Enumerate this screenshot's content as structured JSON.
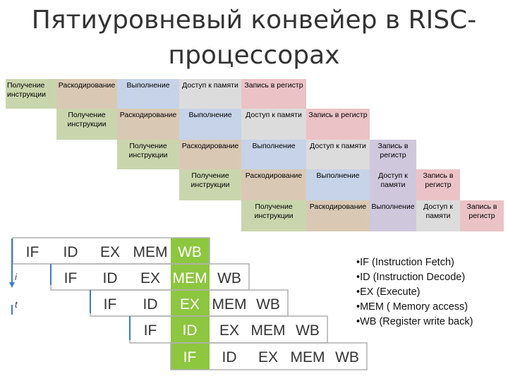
{
  "title": "Пятиуровневый конвейер в RISC-процессорах",
  "stages_ru": {
    "fetch": "Получение инструкции",
    "decode": "Раскодирование",
    "execute": "Выполнение",
    "memory": "Доступ к памяти",
    "writeback": "Запись в регистр"
  },
  "pipeline_labels": [
    "IF",
    "ID",
    "EX",
    "MEM",
    "WB"
  ],
  "axis": {
    "i": "i",
    "t": "t"
  },
  "bullets": [
    "•IF (Instruction Fetch)",
    "•ID (Instruction Decode)",
    "•EX (Execute)",
    "•MEM ( Memory access)",
    "•WB (Register write back)"
  ],
  "colors": {
    "highlight": "#8dc63f",
    "fetch": "#c9d6ad",
    "decode": "#d9c9b4",
    "execute": "#c6d3e8",
    "memory": "#dcdcdc",
    "writeback": "#ebc3c6",
    "lavender": "#cfc8dc",
    "axis": "#3b7dc4"
  }
}
